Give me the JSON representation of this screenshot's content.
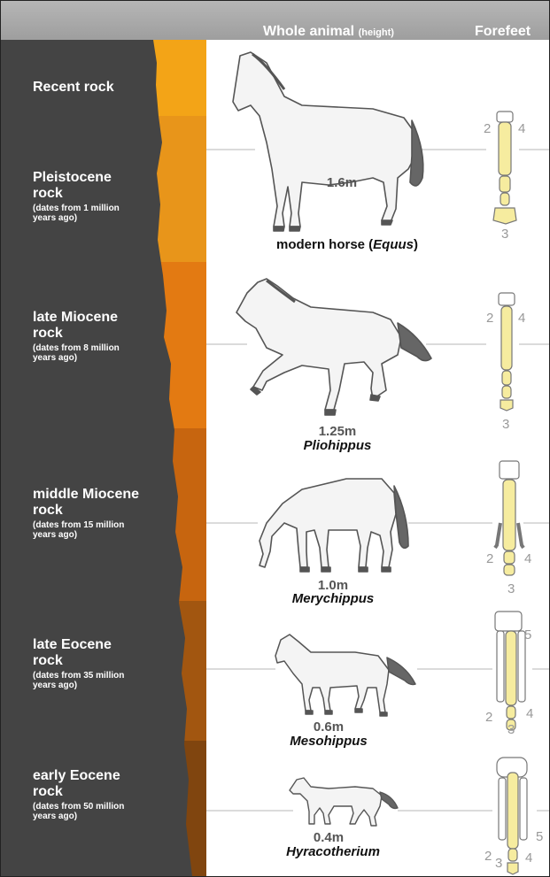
{
  "header": {
    "whole_animal": "Whole animal",
    "height_note": "(height)",
    "forefeet": "Forefeet"
  },
  "rocks": [
    {
      "title": "Recent rock",
      "date": "",
      "color": "#f3a417"
    },
    {
      "title": "Pleistocene rock",
      "date": "(dates from 1 million years ago)",
      "color": "#e8951a"
    },
    {
      "title": "late Miocene rock",
      "date": "(dates from 8 million years ago)",
      "color": "#e37a12"
    },
    {
      "title": "middle Miocene rock",
      "date": "(dates from 15 million years ago)",
      "color": "#c7650f"
    },
    {
      "title": "late Eocene rock",
      "date": "(dates from 35 million years ago)",
      "color": "#a25610"
    },
    {
      "title": "early Eocene rock",
      "date": "(dates from 50 million years ago)",
      "color": "#80450f"
    }
  ],
  "animals": [
    {
      "height": "1.6m",
      "name_prefix": "modern horse (",
      "name_italic": "Equus",
      "name_suffix": ")",
      "digits": [
        "2",
        "4",
        "3"
      ]
    },
    {
      "height": "1.25m",
      "name_italic": "Pliohippus",
      "digits": [
        "2",
        "4",
        "3"
      ]
    },
    {
      "height": "1.0m",
      "name_italic": "Merychippus",
      "digits": [
        "2",
        "4",
        "3"
      ]
    },
    {
      "height": "0.6m",
      "name_italic": "Mesohippus",
      "digits": [
        "5",
        "2",
        "4",
        "3"
      ]
    },
    {
      "height": "0.4m",
      "name_italic": "Hyracotherium",
      "digits": [
        "5",
        "2",
        "3",
        "4"
      ]
    }
  ],
  "colors": {
    "rock_dark": "#444444",
    "bone": "#f6ec9f",
    "header": "#a9a9a9"
  },
  "icons": [
    "horse-equus-icon",
    "horse-pliohippus-icon",
    "horse-merychippus-icon",
    "horse-mesohippus-icon",
    "horse-hyracotherium-icon",
    "forefoot-icon"
  ]
}
